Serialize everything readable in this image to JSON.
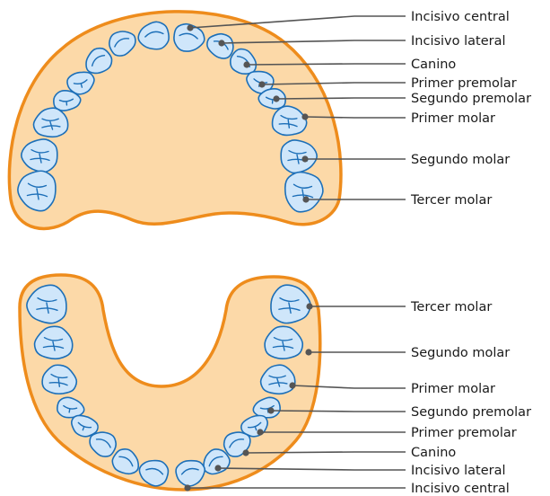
{
  "colors": {
    "gum_fill": "#fcd9a8",
    "gum_outline": "#ee8c1c",
    "tooth_fill": "#cfe6fa",
    "tooth_outline": "#1c6fb8",
    "leader_line": "#555555",
    "label_text": "#1a1a1a"
  },
  "upper_arch": {
    "labels": [
      "Incisivo central",
      "Incisivo lateral",
      "Canino",
      "Primer premolar",
      "Segundo premolar",
      "Primer molar",
      "Segundo molar",
      "Tercer molar"
    ]
  },
  "lower_arch": {
    "labels": [
      "Tercer molar",
      "Segundo molar",
      "Primer molar",
      "Segundo premolar",
      "Primer premolar",
      "Canino",
      "Incisivo lateral",
      "Incisivo central"
    ]
  }
}
